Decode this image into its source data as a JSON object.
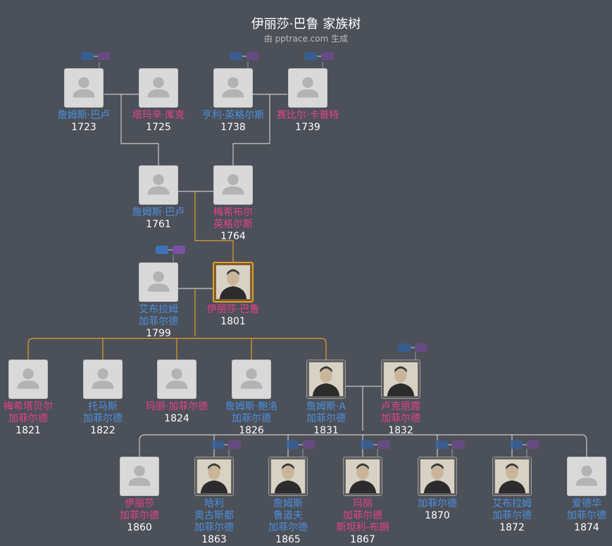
{
  "header": {
    "title": "伊丽莎·巴鲁 家族树",
    "subtitle": "由 pptrace.com 生成"
  },
  "colors": {
    "male": "#4a90e2",
    "female": "#e8408d",
    "focus_border": "#e0a12a",
    "line": "#c9c9c9",
    "focus_line": "#e0a12a"
  },
  "people": [
    {
      "id": "p1",
      "name": [
        "詹姆斯·巴卢"
      ],
      "year": "1723",
      "gender": "m",
      "avatar": "placeholder"
    },
    {
      "id": "p2",
      "name": [
        "塔玛辛·库克"
      ],
      "year": "1725",
      "gender": "f",
      "avatar": "placeholder"
    },
    {
      "id": "p3",
      "name": [
        "亨利·英格尔斯"
      ],
      "year": "1738",
      "gender": "m",
      "avatar": "placeholder"
    },
    {
      "id": "p4",
      "name": [
        "赛比尔·卡普特"
      ],
      "year": "1739",
      "gender": "f",
      "avatar": "placeholder"
    },
    {
      "id": "p5",
      "name": [
        "詹姆斯·巴卢"
      ],
      "year": "1761",
      "gender": "m",
      "avatar": "placeholder"
    },
    {
      "id": "p6",
      "name": [
        "梅希布尔",
        "英格尔斯"
      ],
      "year": "1764",
      "gender": "f",
      "avatar": "placeholder"
    },
    {
      "id": "p7",
      "name": [
        "艾布拉姆",
        "加菲尔德"
      ],
      "year": "1799",
      "gender": "m",
      "avatar": "placeholder"
    },
    {
      "id": "p8",
      "name": [
        "伊丽莎·巴鲁"
      ],
      "year": "1801",
      "gender": "f",
      "avatar": "portrait",
      "focus": true
    },
    {
      "id": "p9",
      "name": [
        "梅希塔贝尔",
        "加菲尔德"
      ],
      "year": "1821",
      "gender": "f",
      "avatar": "placeholder"
    },
    {
      "id": "p10",
      "name": [
        "托马斯",
        "加菲尔德"
      ],
      "year": "1822",
      "gender": "m",
      "avatar": "placeholder"
    },
    {
      "id": "p11",
      "name": [
        "玛丽·加菲尔德"
      ],
      "year": "1824",
      "gender": "f",
      "avatar": "placeholder"
    },
    {
      "id": "p12",
      "name": [
        "詹姆斯·鲍洛",
        "加菲尔德"
      ],
      "year": "1826",
      "gender": "m",
      "avatar": "placeholder"
    },
    {
      "id": "p13",
      "name": [
        "詹姆斯·A",
        "加菲尔德"
      ],
      "year": "1831",
      "gender": "m",
      "avatar": "portrait"
    },
    {
      "id": "p14",
      "name": [
        "卢克丽霞",
        "加菲尔德"
      ],
      "year": "1832",
      "gender": "f",
      "avatar": "portrait"
    },
    {
      "id": "p15",
      "name": [
        "伊丽莎",
        "加菲尔德"
      ],
      "year": "1860",
      "gender": "f",
      "avatar": "placeholder"
    },
    {
      "id": "p16",
      "name": [
        "哈利",
        "奥古斯都",
        "加菲尔德"
      ],
      "year": "1863",
      "gender": "m",
      "avatar": "portrait"
    },
    {
      "id": "p17",
      "name": [
        "詹姆斯",
        "鲁道夫",
        "加菲尔德"
      ],
      "year": "1865",
      "gender": "m",
      "avatar": "portrait"
    },
    {
      "id": "p18",
      "name": [
        "玛丽",
        "加菲尔德",
        "斯坦利-布朗"
      ],
      "year": "1867",
      "gender": "f",
      "avatar": "portrait"
    },
    {
      "id": "p19",
      "name": [
        "加菲尔德"
      ],
      "year": "1870",
      "gender": "m",
      "avatar": "portrait"
    },
    {
      "id": "p20",
      "name": [
        "艾布拉姆",
        "加菲尔德"
      ],
      "year": "1872",
      "gender": "m",
      "avatar": "portrait"
    },
    {
      "id": "p21",
      "name": [
        "爱德华",
        "加菲尔德"
      ],
      "year": "1874",
      "gender": "m",
      "avatar": "placeholder"
    }
  ],
  "toggles": [
    {
      "id": "t1",
      "for": "p1",
      "state": "collapsed"
    },
    {
      "id": "t2",
      "for": "p3",
      "state": "collapsed"
    },
    {
      "id": "t3",
      "for": "p4",
      "state": "collapsed"
    },
    {
      "id": "t4",
      "for": "p7",
      "state": "collapsed"
    },
    {
      "id": "t5",
      "for": "p14",
      "state": "collapsed"
    },
    {
      "id": "t6",
      "for": "p16",
      "state": "collapsed"
    },
    {
      "id": "t7",
      "for": "p17",
      "state": "collapsed"
    },
    {
      "id": "t8",
      "for": "p18",
      "state": "collapsed"
    },
    {
      "id": "t9",
      "for": "p19",
      "state": "collapsed"
    },
    {
      "id": "t10",
      "for": "p20",
      "state": "collapsed"
    }
  ]
}
